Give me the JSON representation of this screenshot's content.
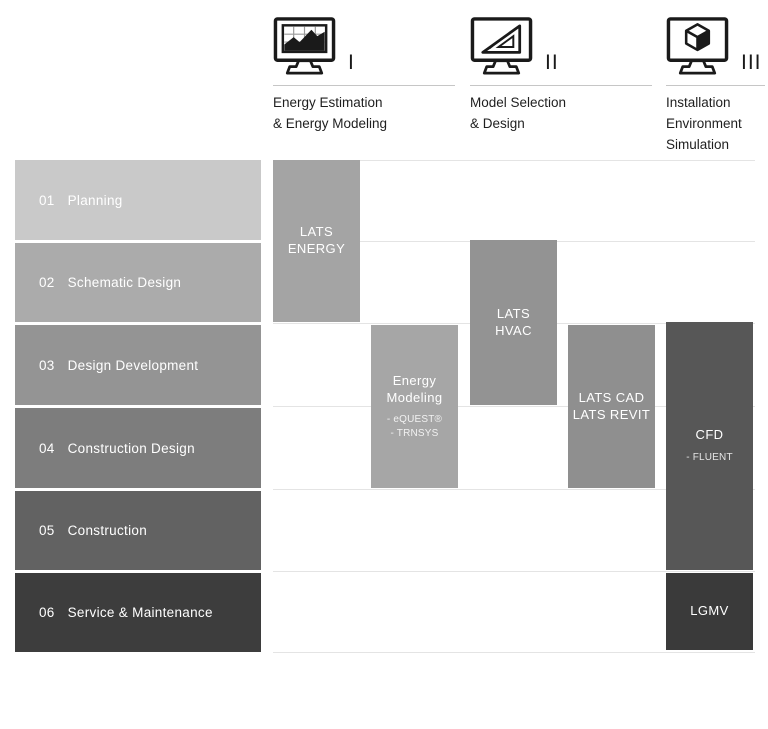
{
  "diagram": {
    "columns": [
      {
        "numeral": "I",
        "icon": "monitor-line-chart-icon",
        "label": "Energy Estimation\n& Energy Modeling"
      },
      {
        "numeral": "II",
        "icon": "monitor-set-square-icon",
        "label": "Model Selection\n& Design"
      },
      {
        "numeral": "III",
        "icon": "monitor-cube-icon",
        "label": "Installation\nEnvironment\nSimulation"
      }
    ],
    "phases": [
      {
        "number": "01",
        "label": "Planning",
        "color": "#c9c9c9"
      },
      {
        "number": "02",
        "label": "Schematic Design",
        "color": "#ababab"
      },
      {
        "number": "03",
        "label": "Design Development",
        "color": "#949494"
      },
      {
        "number": "04",
        "label": "Construction Design",
        "color": "#7d7d7d"
      },
      {
        "number": "05",
        "label": "Construction",
        "color": "#626262"
      },
      {
        "number": "06",
        "label": "Service & Maintenance",
        "color": "#3d3d3d"
      }
    ],
    "blocks": [
      {
        "id": "lats-energy",
        "title": "LATS\nENERGY",
        "subs": "",
        "color": "#a4a4a4",
        "column": "I",
        "phase_span": "01-02"
      },
      {
        "id": "energy-modeling",
        "title": "Energy\nModeling",
        "subs": "- eQUEST®\n- TRNSYS",
        "color": "#a6a6a6",
        "column": "I",
        "phase_span": "03-04"
      },
      {
        "id": "lats-hvac",
        "title": "LATS\nHVAC",
        "subs": "",
        "color": "#939393",
        "column": "II",
        "phase_span": "02-03"
      },
      {
        "id": "lats-cad-revit",
        "title": "LATS CAD\nLATS REVIT",
        "subs": "",
        "color": "#8f8f8f",
        "column": "II",
        "phase_span": "03-04"
      },
      {
        "id": "cfd",
        "title": "CFD",
        "subs": "- FLUENT",
        "color": "#575757",
        "column": "III",
        "phase_span": "03-05"
      },
      {
        "id": "lgmv",
        "title": "LGMV",
        "subs": "",
        "color": "#3a3a3a",
        "column": "III",
        "phase_span": "06"
      }
    ],
    "style": {
      "ink": "#1a1a1a",
      "gridline_color": "#e4e4e4",
      "divider_color": "#c6c6c6",
      "text_on_block": "#ffffff",
      "background": "#ffffff"
    }
  }
}
